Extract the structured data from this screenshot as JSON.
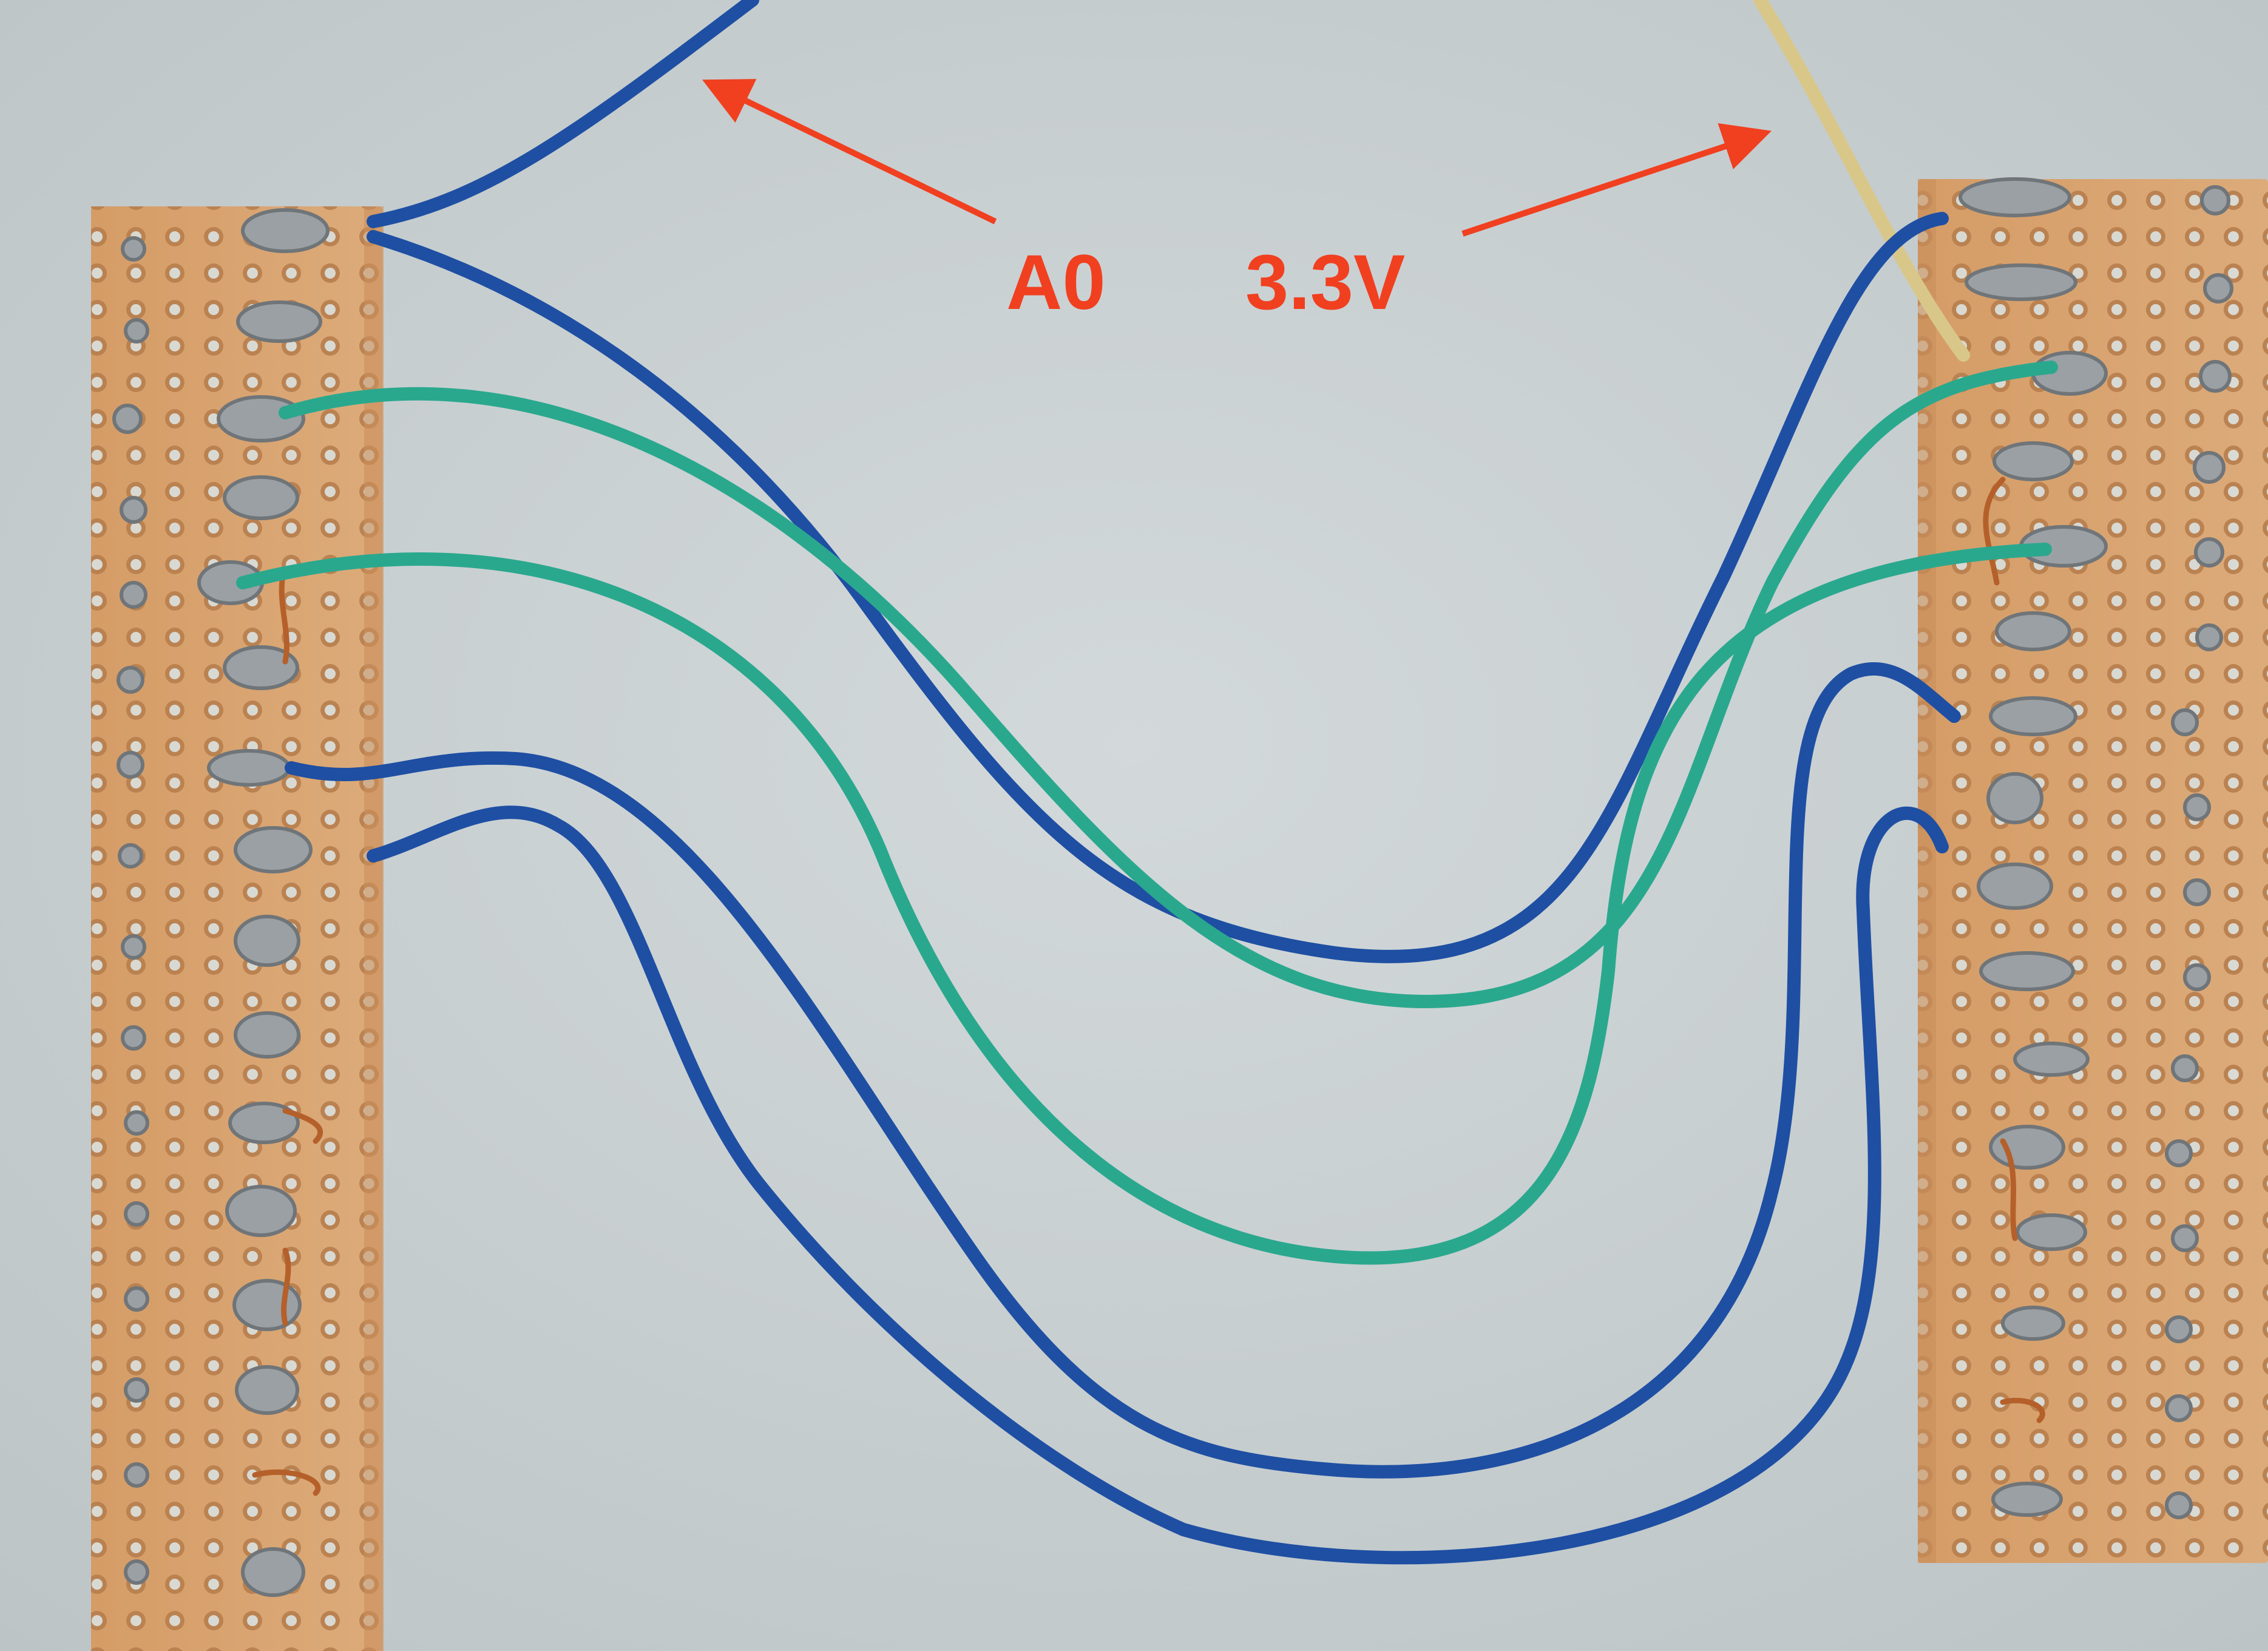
{
  "annotations": {
    "a0_label": "A0",
    "v33_label": "3.3V",
    "color": "#f04020"
  },
  "colors": {
    "background": "#c9d0d2",
    "board": "#d8a06c",
    "board_hole_ring": "#b9804f",
    "board_hole": "#d9dcd8",
    "solder": "#9aa0a4",
    "copper_wire": "#b5602a",
    "wire_blue": "#1e4fa3",
    "wire_green": "#2aa88e",
    "wire_yellow": "#d9c78a",
    "arrow": "#f04020"
  },
  "objects": {
    "left_board": "perfboard",
    "right_board": "perfboard",
    "wires": [
      "blue",
      "blue",
      "green",
      "green",
      "blue",
      "blue",
      "yellow"
    ]
  }
}
